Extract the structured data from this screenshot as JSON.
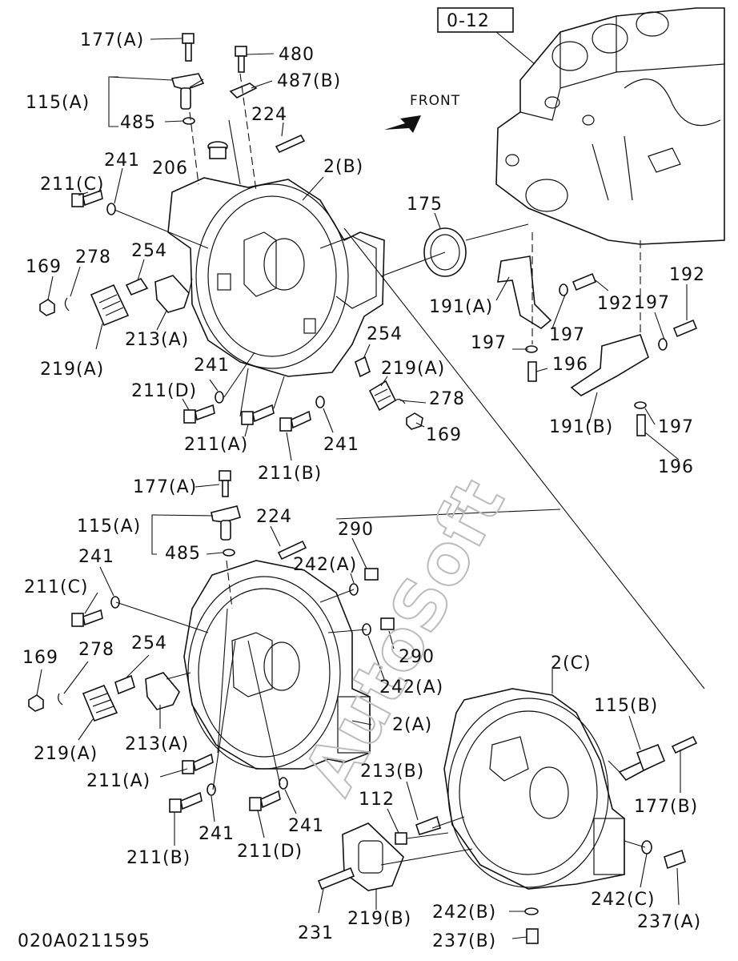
{
  "reference_box": "0-12",
  "direction_label": "FRONT",
  "drawing_number": "020A0211595",
  "watermark": "AutoSoft",
  "callouts": {
    "c177a_top": "177(A)",
    "c480": "480",
    "c487b": "487(B)",
    "c115a_top": "115(A)",
    "c485_top": "485",
    "c224_top": "224",
    "c241_top1": "241",
    "c206": "206",
    "c2b": "2(B)",
    "c211c_top": "211(C)",
    "c175": "175",
    "c169_top": "169",
    "c278_top": "278",
    "c254_top": "254",
    "c192_a": "192",
    "c192_b": "192",
    "c191a": "191(A)",
    "c197_a": "197",
    "c197_b": "197",
    "c197_c": "197",
    "c197_d": "197",
    "c196_a": "196",
    "c196_b": "196",
    "c213a_top": "213(A)",
    "c219a_top": "219(A)",
    "c254_mid": "254",
    "c219a_mid": "219(A)",
    "c278_mid": "278",
    "c169_mid": "169",
    "c241_top2": "241",
    "c211d_top": "211(D)",
    "c191b": "191(B)",
    "c211a_top": "211(A)",
    "c241_top3": "241",
    "c211b_top": "211(B)",
    "c177a_bot": "177(A)",
    "c224_bot": "224",
    "c115a_bot": "115(A)",
    "c290_a": "290",
    "c485_bot": "485",
    "c241_bot1": "241",
    "c242a_a": "242(A)",
    "c211c_bot": "211(C)",
    "c290_b": "290",
    "c169_bot": "169",
    "c278_bot": "278",
    "c254_bot": "254",
    "c242a_b": "242(A)",
    "c2c": "2(C)",
    "c115b": "115(B)",
    "c2a": "2(A)",
    "c219a_bot": "219(A)",
    "c213a_bot": "213(A)",
    "c211a_bot": "211(A)",
    "c213b": "213(B)",
    "c177b": "177(B)",
    "c112": "112",
    "c241_bot2": "241",
    "c241_bot3": "241",
    "c211b_bot": "211(B)",
    "c211d_bot": "211(D)",
    "c242c": "242(C)",
    "c237a": "237(A)",
    "c231": "231",
    "c219b": "219(B)",
    "c242b": "242(B)",
    "c237b": "237(B)"
  }
}
